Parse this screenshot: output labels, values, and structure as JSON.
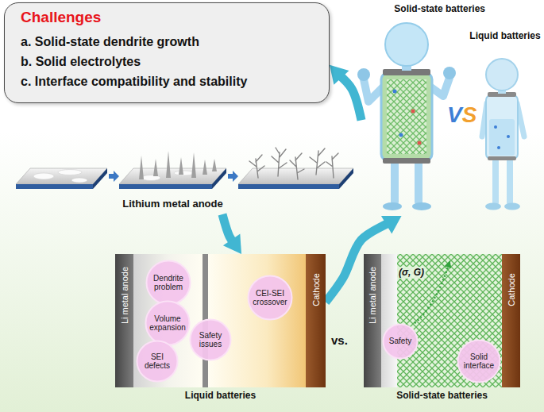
{
  "diagram": {
    "nodes": [
      {
        "text": [
          "Challenges",
          "a. Solid-state dendrite growth",
          "b. Solid electrolytes",
          "c. Interface compatibility and stability"
        ]
      },
      {
        "text": [
          "Solid-state batteries"
        ]
      },
      {
        "text": [
          "Liquid batteries"
        ]
      },
      {
        "text": [
          "Lithium metal anode"
        ]
      },
      {
        "text": [
          "Liquid batteries"
        ]
      },
      {
        "text": [
          "Li metal anode"
        ],
        "in": 4
      },
      {
        "text": [
          "Dendrite problem"
        ],
        "in": 4
      },
      {
        "text": [
          "Volume expansion"
        ],
        "in": 4
      },
      {
        "text": [
          "SEI defects"
        ],
        "in": 4
      },
      {
        "text": [
          "Safety issues"
        ],
        "in": 4
      },
      {
        "text": [
          "CEI-SEI crossover"
        ],
        "in": 4
      },
      {
        "text": [
          "Cathode"
        ],
        "in": 4
      },
      {
        "text": [
          "Solid-state batteries"
        ]
      },
      {
        "text": [
          "Li metal anode"
        ],
        "in": 12
      },
      {
        "text": [
          "Safety"
        ],
        "in": 12
      },
      {
        "text": [
          "Solid interface"
        ],
        "in": 12
      },
      {
        "text": [
          "Cathode"
        ],
        "in": 12
      }
    ],
    "edges": [
      {
        "from": 1,
        "to": 0,
        "arrow": "to"
      },
      {
        "from": 3,
        "to": 4,
        "arrow": "to"
      },
      {
        "from": 4,
        "to": 1,
        "arrow": "to"
      }
    ],
    "labels": [
      "VS",
      "vs.",
      "(σ, G)"
    ]
  }
}
